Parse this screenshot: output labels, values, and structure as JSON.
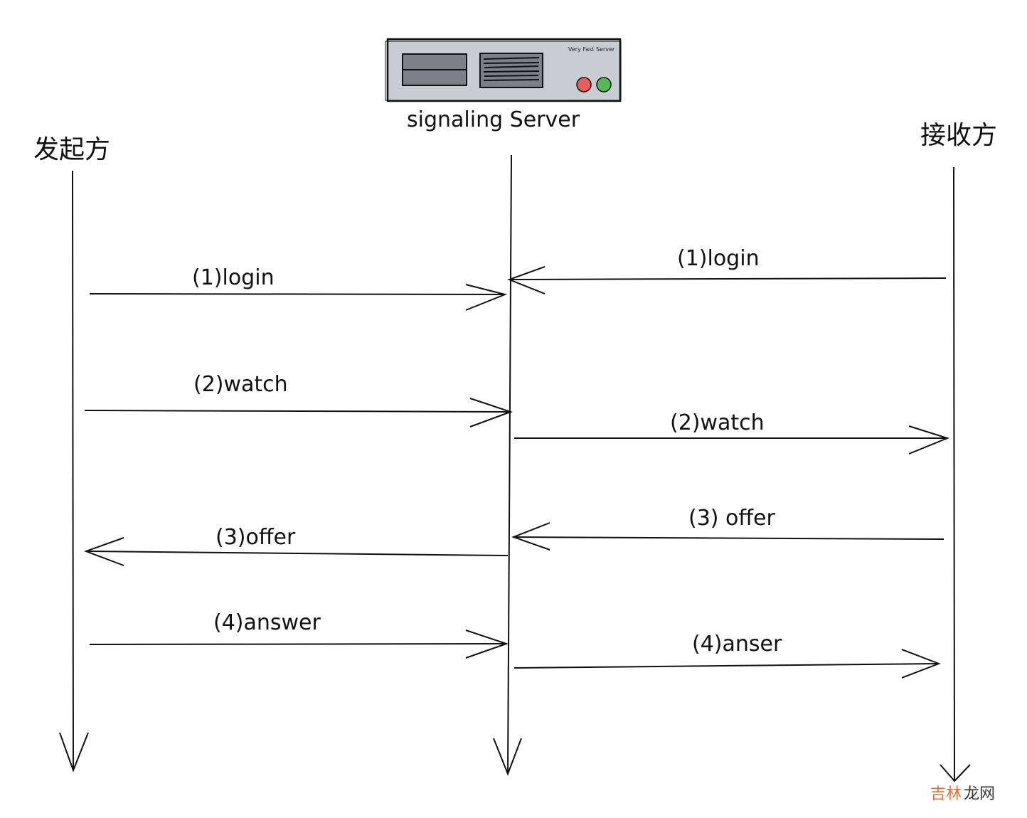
{
  "server": {
    "label": "signaling Server",
    "badge_text": "Very Fast Server",
    "body_color": "#c9cdd1",
    "bay_color": "#7d8187",
    "led_red": "#e85d5d",
    "led_green": "#55b954"
  },
  "actors": {
    "initiator": "发起方",
    "server": "signaling Server",
    "receiver": "接收方"
  },
  "messages": [
    {
      "label": "(1)login",
      "from": "initiator",
      "to": "server"
    },
    {
      "label": "(1)login",
      "from": "receiver",
      "to": "server"
    },
    {
      "label": "(2)watch",
      "from": "initiator",
      "to": "server"
    },
    {
      "label": "(2)watch",
      "from": "server",
      "to": "receiver"
    },
    {
      "label": "(3) offer",
      "from": "receiver",
      "to": "server"
    },
    {
      "label": "(3)offer",
      "from": "server",
      "to": "initiator"
    },
    {
      "label": "(4)answer",
      "from": "initiator",
      "to": "server"
    },
    {
      "label": "(4)anser",
      "from": "server",
      "to": "receiver"
    }
  ],
  "watermark": {
    "part1": "吉林",
    "part2": "龙网",
    "color1": "#f06a2a",
    "color2": "#333333"
  }
}
